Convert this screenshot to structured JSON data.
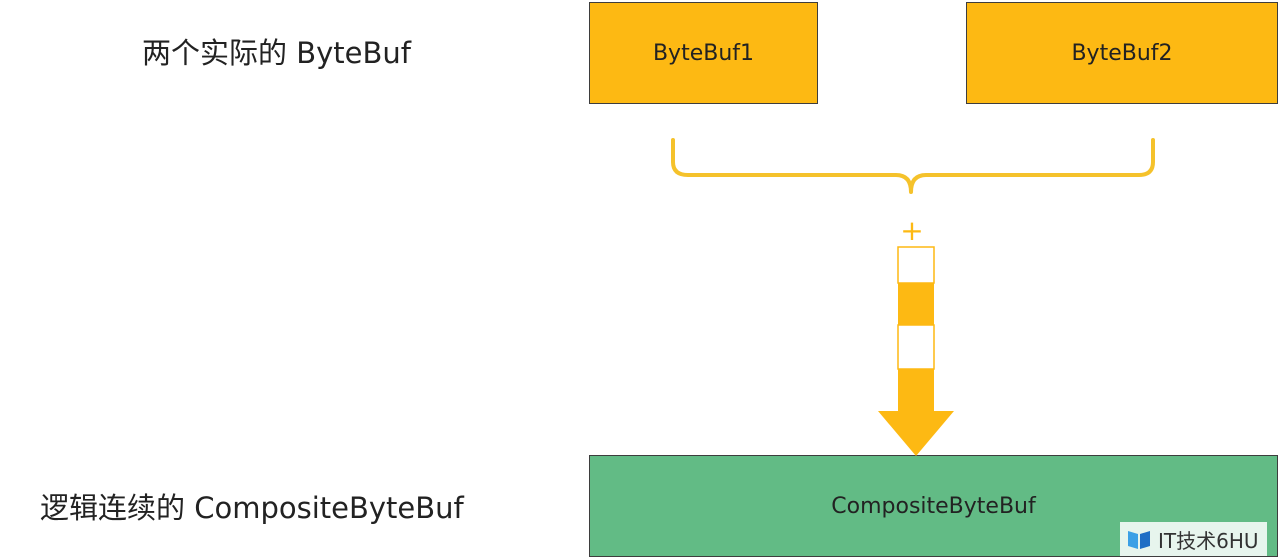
{
  "labels": {
    "top": "两个实际的 ByteBuf",
    "bottom": "逻辑连续的 CompositeByteBuf"
  },
  "boxes": {
    "bytebuf1": "ByteBuf1",
    "bytebuf2": "ByteBuf2",
    "composite": "CompositeByteBuf"
  },
  "plus_sign": "+",
  "watermark": "IT技术6HU",
  "colors": {
    "buffer_fill": "#FDB913",
    "composite_fill": "#62BB85",
    "brace": "#F5C22B",
    "arrow": "#FDB913",
    "border": "#3D3D3D"
  }
}
